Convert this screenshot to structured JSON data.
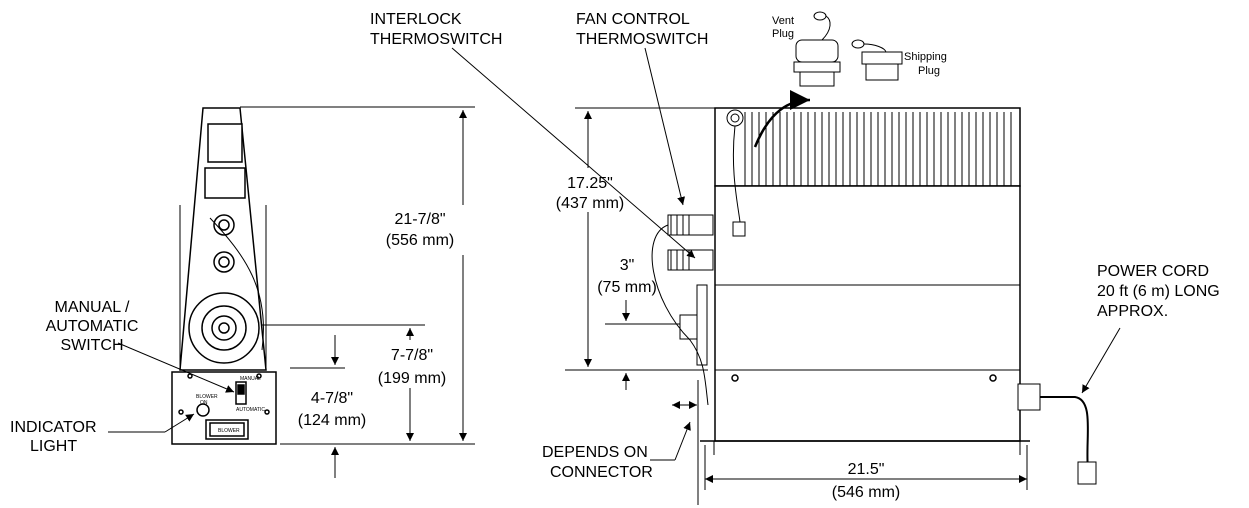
{
  "labels": {
    "interlock_1": "INTERLOCK",
    "interlock_2": "THERMOSWITCH",
    "fan_1": "FAN CONTROL",
    "fan_2": "THERMOSWITCH",
    "vent_1": "Vent",
    "vent_2": "Plug",
    "ship_1": "Shipping",
    "ship_2": "Plug",
    "manual_1": "MANUAL /",
    "manual_2": "AUTOMATIC",
    "manual_3": "SWITCH",
    "indicator_1": "INDICATOR",
    "indicator_2": "LIGHT",
    "depends_1": "DEPENDS ON",
    "depends_2": "CONNECTOR",
    "power_1": "POWER CORD",
    "power_2": "20 ft (6 m) LONG",
    "power_3": "APPROX.",
    "blower_on_1": "BLOWER",
    "blower_on_2": "ON",
    "switch_top": "MANUAL",
    "switch_bottom": "AUTOMATIC",
    "blower_plate": "BLOWER"
  },
  "dimensions": {
    "height_total_in": "21-7/8\"",
    "height_total_mm": "(556 mm)",
    "height_mid_in": "7-7/8\"",
    "height_mid_mm": "(199 mm)",
    "height_low_in": "4-7/8\"",
    "height_low_mm": "(124 mm)",
    "side_height_in": "17.25\"",
    "side_height_mm": "(437 mm)",
    "side_small_in": "3\"",
    "side_small_mm": "(75 mm)",
    "width_in": "21.5\"",
    "width_mm": "(546 mm)"
  }
}
